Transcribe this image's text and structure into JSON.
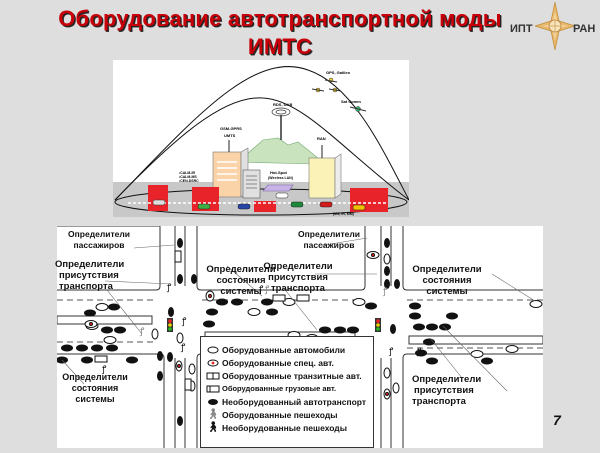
{
  "slide": {
    "title_line1": "Оборудование автотранспортной моды",
    "title_line2": "ИМТС",
    "page_number": "7",
    "accent_color": "#c8000a"
  },
  "logo": {
    "left_text": "ИПТ",
    "right_text": "РАН",
    "icon": "compass-star-icon"
  },
  "top_diagram": {
    "labels": {
      "gps": "GPS, Galileo",
      "satcomm": "Sat Comm",
      "rds": "RDS, DAB",
      "gsm": "GSM-GPRS",
      "umts": "UMTS",
      "ran": "RAN",
      "hotspot": "Hot-Spot",
      "wlan": "(Wireless LAN)",
      "calm_ir": "•CALM-IR",
      "calm_ms": "•CALM-MS",
      "cen_dsrc": "•CEN-DSRC",
      "ms": "(MS, IR, MM)"
    }
  },
  "bottom_diagram": {
    "labels": {
      "passengers_left": [
        "Определители",
        "пассажиров"
      ],
      "passengers_right": [
        "Определители",
        "пассажиров"
      ],
      "presence_left": [
        "Определители",
        "присутствия",
        "транспорта"
      ],
      "presence_mid": [
        "Определители",
        "присутствия",
        "транспорта"
      ],
      "presence_bottom_right": [
        "Определители",
        "присутствия",
        "транспорта"
      ],
      "state_mid": [
        "Определители",
        "состояния системы"
      ],
      "state_right": [
        "Определители",
        "состояния системы"
      ],
      "state_bottom_left": [
        "Определители",
        "состояния системы"
      ]
    },
    "legend": [
      {
        "icon": "equipped-car-icon",
        "label": "Оборудованные автомобили"
      },
      {
        "icon": "equipped-special-vehicle-icon",
        "label": "Оборудованные спец. авт."
      },
      {
        "icon": "equipped-transit-vehicle-icon",
        "label": "Оборудованные транзитные авт."
      },
      {
        "icon": "equipped-truck-icon",
        "label": "Оборудованные грузовые авт."
      },
      {
        "icon": "unequipped-vehicle-icon",
        "label": "Необорудованный автотранспорт"
      },
      {
        "icon": "equipped-pedestrian-icon",
        "label": "Оборудованные пешеходы"
      },
      {
        "icon": "unequipped-pedestrian-icon",
        "label": "Необорудованные пешеходы"
      }
    ]
  }
}
